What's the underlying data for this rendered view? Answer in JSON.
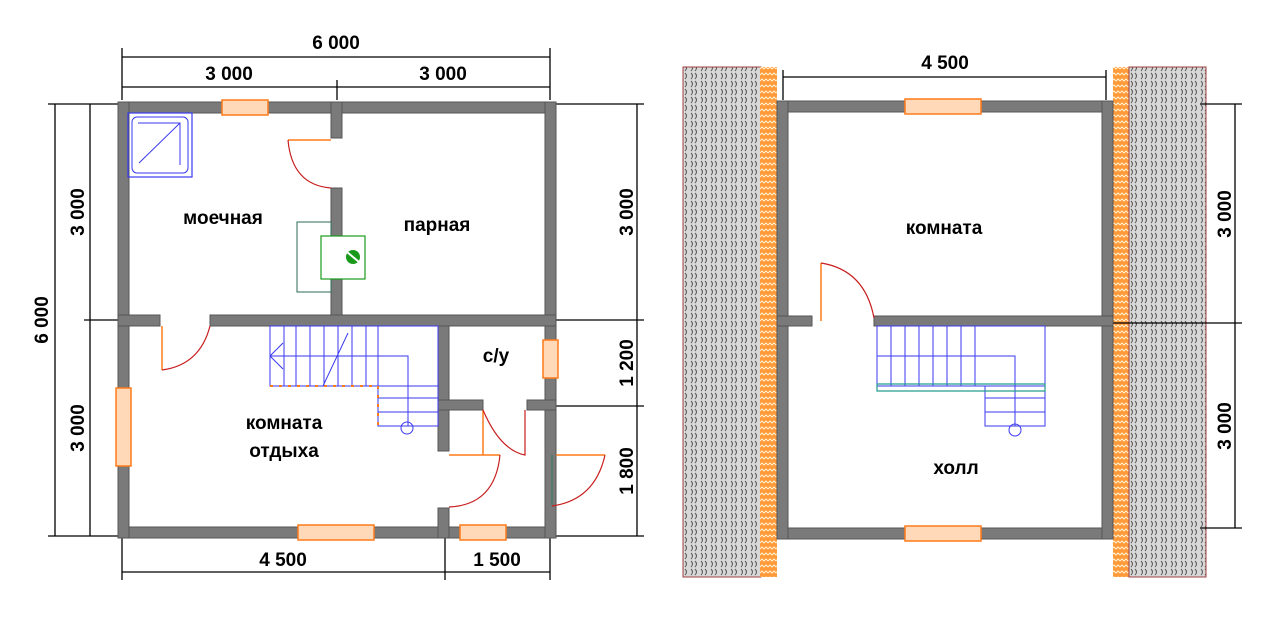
{
  "plan_ground": {
    "dimensions": {
      "total_width": "6 000",
      "top_left": "3 000",
      "top_right": "3 000",
      "total_height": "6 000",
      "left_top": "3 000",
      "left_bottom": "3 000",
      "right_top": "3 000",
      "right_mid": "1 200",
      "right_bottom": "1 800",
      "bottom_left": "4 500",
      "bottom_right": "1 500"
    },
    "rooms": {
      "washroom": "моечная",
      "steam_room": "парная",
      "rest_room_line1": "комната",
      "rest_room_line2": "отдыха",
      "bathroom": "с/у"
    }
  },
  "plan_attic": {
    "dimensions": {
      "top": "4 500",
      "right_top": "3 000",
      "right_bottom": "3 000"
    },
    "rooms": {
      "room": "комната",
      "hall": "холл"
    }
  },
  "colors": {
    "wall": "#7a7a7a",
    "window": "#ff7a1a",
    "door_arc": "#c81e1e",
    "stairs": "#3a3af0",
    "stove": "#1a9a1a"
  }
}
